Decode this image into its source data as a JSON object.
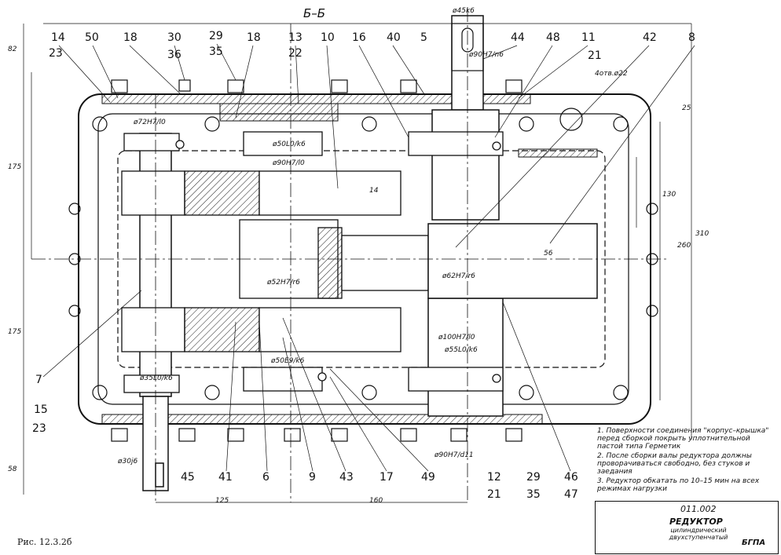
{
  "section_title": "Б–Б",
  "caption": "Рис. 12.3.2б",
  "callouts_top": [
    "14",
    "50",
    "18",
    "30",
    "29",
    "18",
    "13",
    "10",
    "16",
    "40",
    "5",
    "44",
    "48",
    "11",
    "42",
    "8"
  ],
  "callouts_top2": [
    "23",
    "36",
    "35",
    "22",
    "21"
  ],
  "callouts_bottom": [
    "41",
    "6",
    "9",
    "43",
    "17",
    "49",
    "12",
    "29",
    "46"
  ],
  "callouts_bottom2": [
    "45",
    "21",
    "35",
    "47"
  ],
  "callouts_left": [
    "7",
    "15",
    "23"
  ],
  "dims": {
    "top_shaft": "ø45k6",
    "fit1": "ø90H7/n6",
    "holes": "4отв.ø22",
    "fit2": "ø72H7/l0",
    "fit3": "ø50L0/k6",
    "fit4": "ø90H7/l0",
    "fit5": "ø52H7/r6",
    "fit6": "ø62H7/r6",
    "fit7": "ø100H7/l0",
    "fit8": "ø55L0/k6",
    "fit9": "ø50E9/k6",
    "fit10": "ø35L0/k6",
    "fit11": "ø90H7/d11",
    "shaft_out": "ø30j6",
    "d125": "125",
    "d160": "160",
    "d175a": "175",
    "d175b": "175",
    "d82": "82",
    "d58": "58",
    "d130": "130",
    "d260": "260",
    "d310": "310",
    "d25": "25",
    "d14": "14",
    "d56": "56"
  },
  "notes": [
    "1. Поверхности соединения \"корпус–крышка\" перед сборкой покрыть уплотнительной пастой типа Герметик",
    "2. После сборки валы редуктора должны проворачиваться свободно, без стуков и заедания",
    "3. Редуктор обкатать по 10–15 мин на всех режимах нагрузки"
  ],
  "title_block": {
    "code": "011.002",
    "title": "РЕДУКТОР",
    "subtitle": "цилиндрический двухступенчатый",
    "org": "БГПА"
  }
}
